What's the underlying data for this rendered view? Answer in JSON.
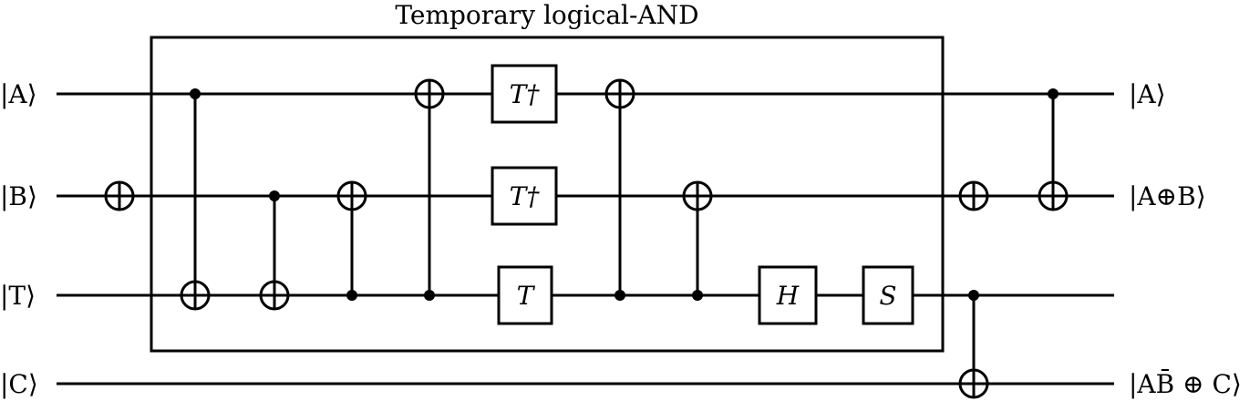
{
  "title": "Temporary logical-AND",
  "inputs": [
    "|A⟩",
    "|B⟩",
    "|T⟩",
    "|C⟩"
  ],
  "outputs": [
    "|A⟩",
    "|A⊕B⟩",
    "",
    "|AB̄ ⊕ C⟩"
  ],
  "gates": {
    "t_dagger_a": "T†",
    "t_dagger_b": "T†",
    "t_t": "T",
    "h": "H",
    "s": "S"
  }
}
